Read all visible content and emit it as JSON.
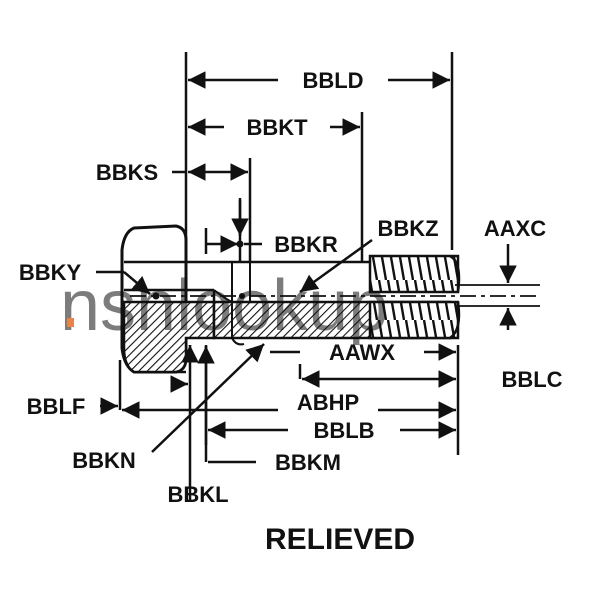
{
  "watermark": {
    "text": "nsnlookup",
    "color": "#9fb3cc",
    "dot_color": "#e8834a"
  },
  "labels": {
    "bbld": "BBLD",
    "bbkt": "BBKT",
    "bbks": "BBKS",
    "bbkr": "BBKR",
    "bbkz": "BBKZ",
    "aaxc": "AAXC",
    "bbky": "BBKY",
    "aawx": "AAWX",
    "bblc": "BBLC",
    "bblf": "BBLF",
    "abhp": "ABHP",
    "bblb": "BBLB",
    "bbkn": "BBKN",
    "bbkm": "BBKM",
    "bbkl": "BBKL"
  },
  "caption": "RELIEVED",
  "colors": {
    "ink": "#111111",
    "background": "#ffffff"
  }
}
